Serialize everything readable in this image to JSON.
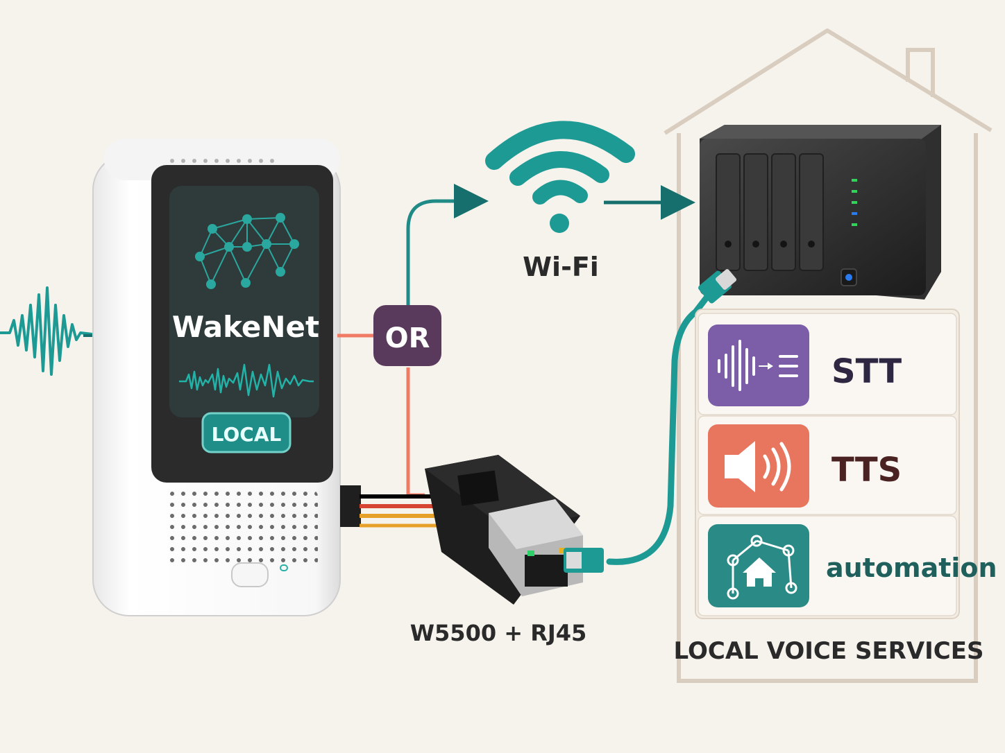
{
  "device": {
    "screen_title": "WakeNet",
    "badge": "LOCAL"
  },
  "connector": {
    "or_label": "OR"
  },
  "wifi": {
    "label": "Wi-Fi"
  },
  "ethernet": {
    "label": "W5500 + RJ45"
  },
  "services": {
    "caption": "LOCAL VOICE SERVICES",
    "items": [
      {
        "label": "STT",
        "icon": "waveform-to-text-icon",
        "color": "#7b5ea7"
      },
      {
        "label": "TTS",
        "icon": "speaker-icon",
        "color": "#e8765e"
      },
      {
        "label": "automation",
        "icon": "home-network-icon",
        "color": "#2a8a86"
      }
    ]
  },
  "colors": {
    "teal": "#1e9a95",
    "teal_dark": "#166f6c",
    "coral": "#f07a63",
    "purple": "#5a3a5c",
    "background": "#f6f2ec",
    "house_line": "#d8cdbf"
  }
}
